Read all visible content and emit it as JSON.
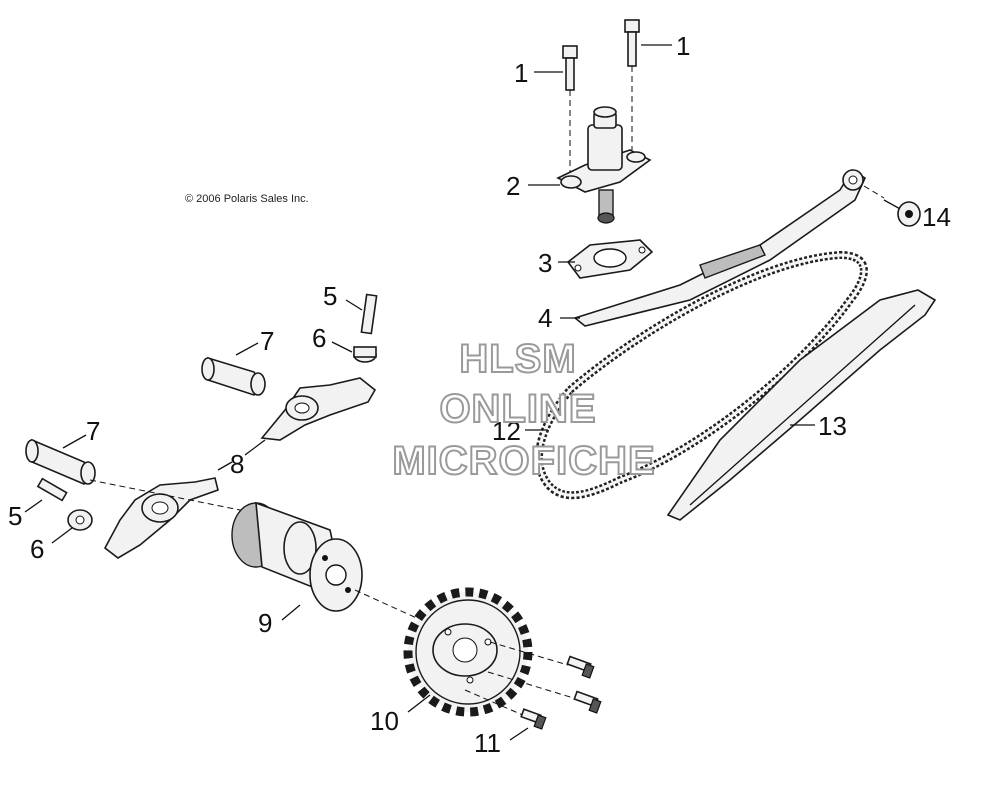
{
  "copyright": "© 2006 Polaris Sales Inc.",
  "watermark": {
    "line1": "HLSM",
    "line2": "ONLINE",
    "line3": "MICROFICHE"
  },
  "labels": {
    "c1a": "1",
    "c1b": "1",
    "c2": "2",
    "c3": "3",
    "c4": "4",
    "c5a": "5",
    "c5b": "5",
    "c6a": "6",
    "c6b": "6",
    "c7a": "7",
    "c7b": "7",
    "c8": "8",
    "c9": "9",
    "c10": "10",
    "c11": "11",
    "c12": "12",
    "c13": "13",
    "c14": "14"
  }
}
